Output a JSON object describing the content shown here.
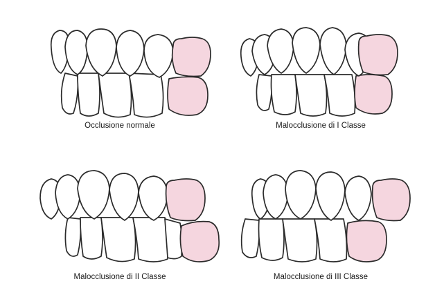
{
  "panels": [
    {
      "caption": "Occlusione normale"
    },
    {
      "caption": "Malocclusione di I Classe"
    },
    {
      "caption": "Malocclusione di II Classe"
    },
    {
      "caption": "Malocclusione di III Classe"
    }
  ],
  "colors": {
    "molar_fill": "#f5d6df",
    "outline": "#2b2b2b"
  }
}
